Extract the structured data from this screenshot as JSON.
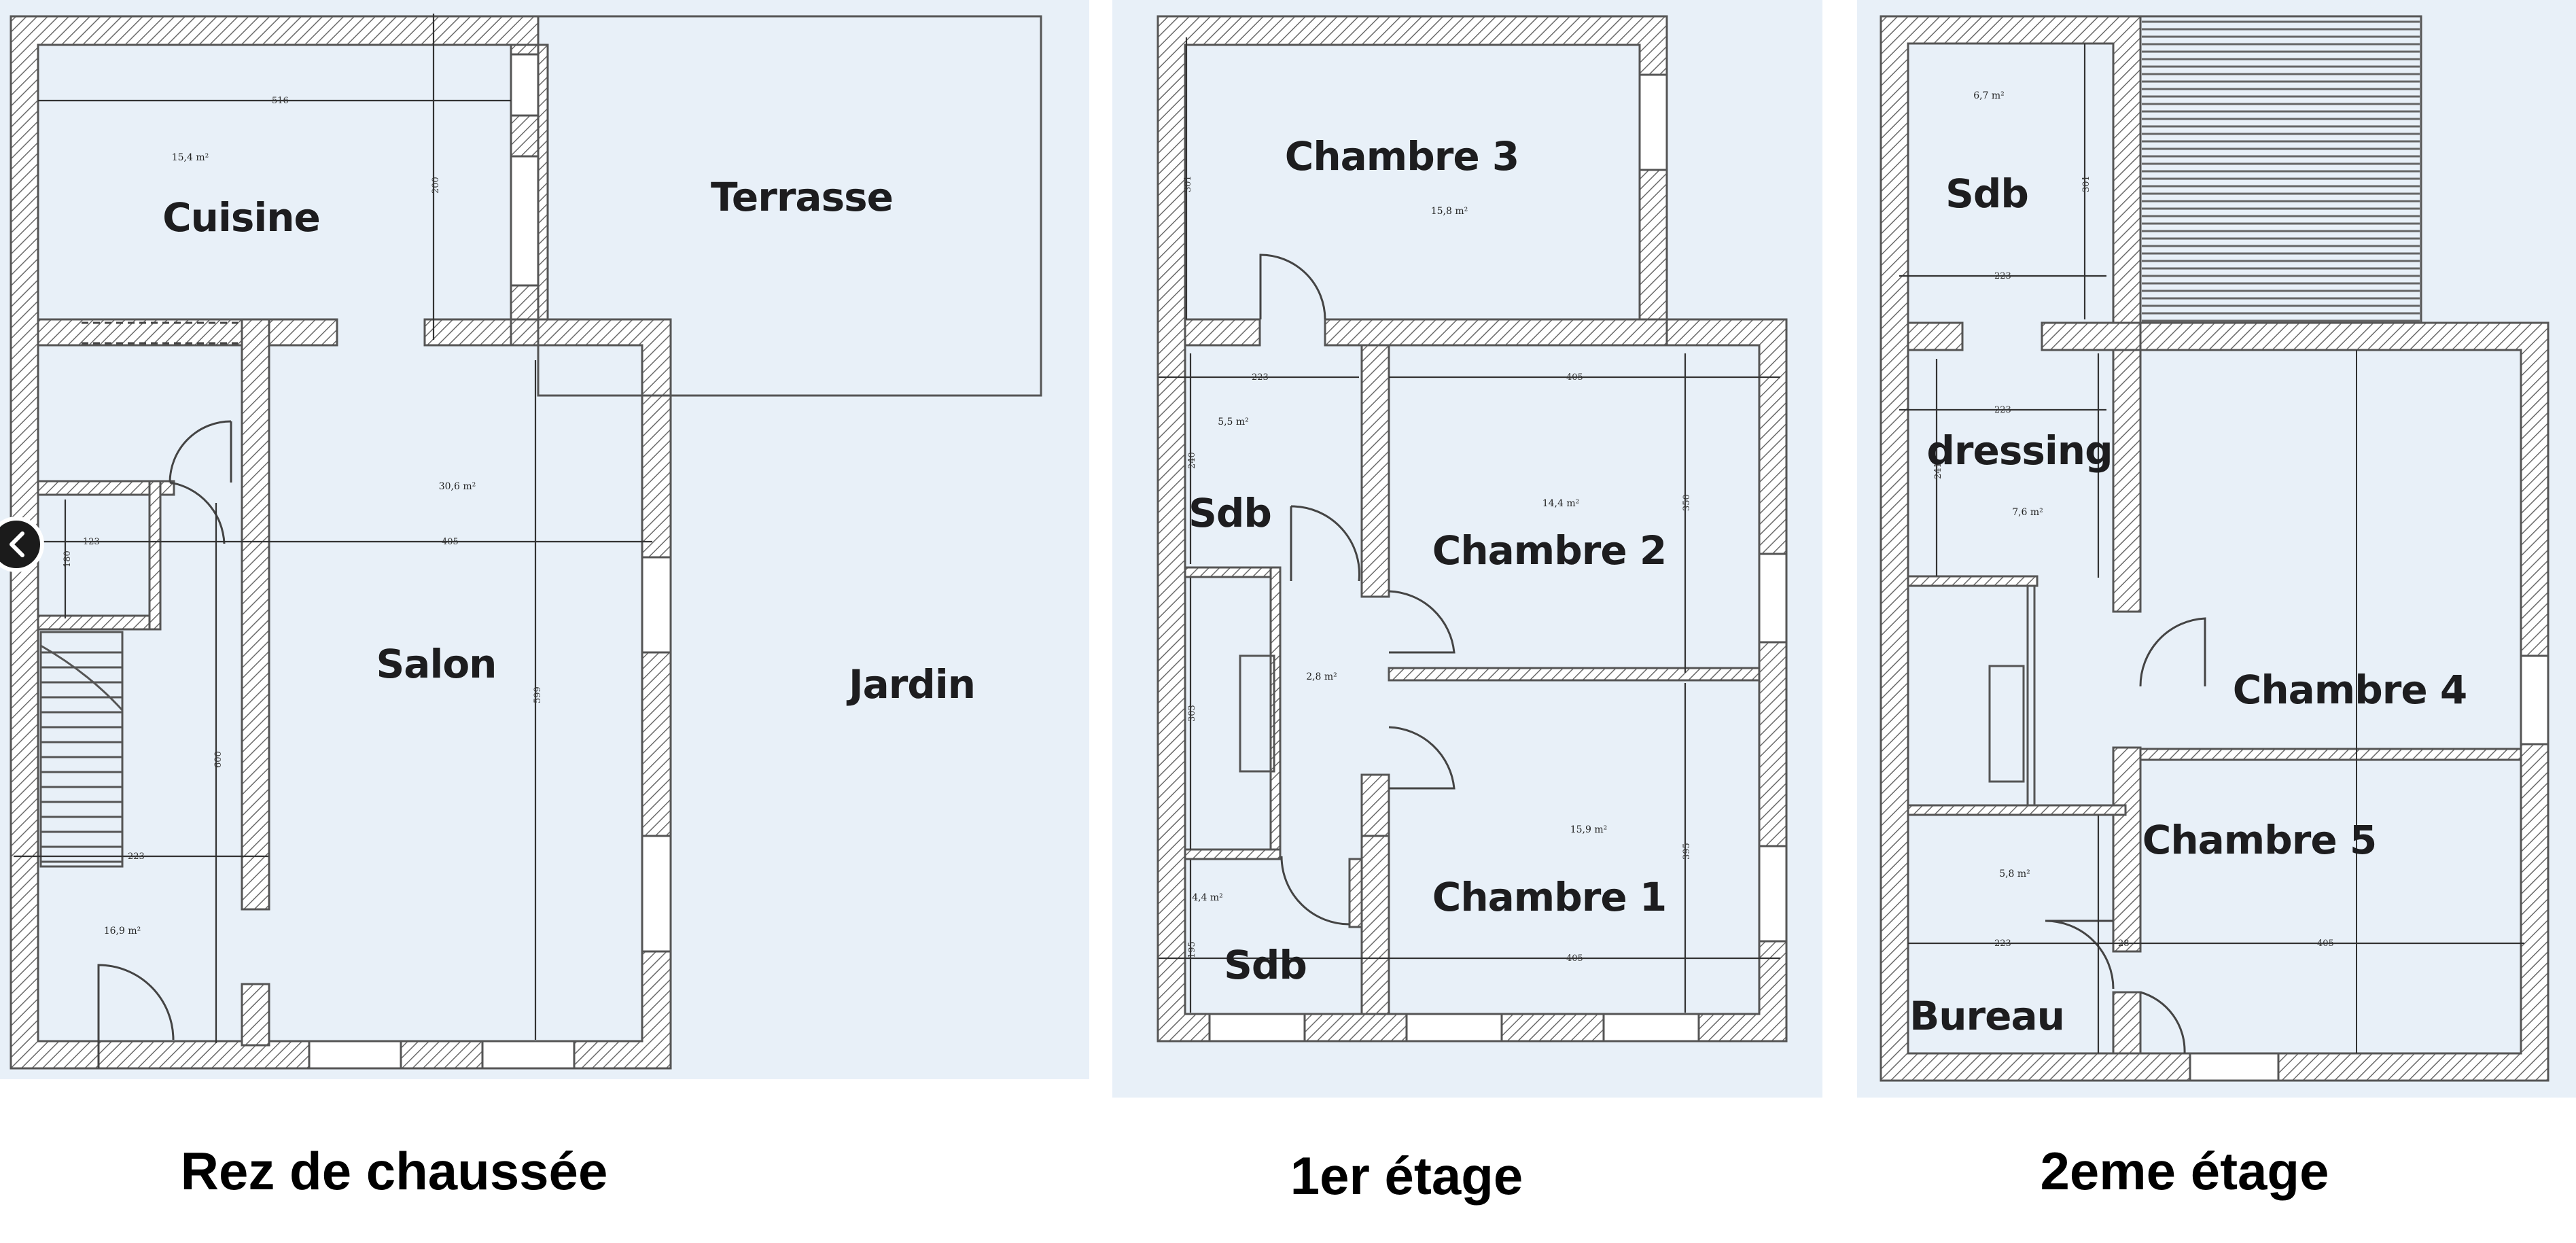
{
  "floors": [
    {
      "caption": "Rez de chaussée",
      "rooms": [
        "Cuisine",
        "Terrasse",
        "Salon",
        "Jardin"
      ],
      "areas": [
        "15,4 m²",
        "30,6 m²",
        "16,9 m²"
      ],
      "dims": [
        "516",
        "200",
        "405",
        "123",
        "180",
        "223",
        "600",
        "599"
      ]
    },
    {
      "caption": "1er étage",
      "rooms": [
        "Chambre 3",
        "Sdb",
        "Chambre 2",
        "Chambre 1",
        "Sdb"
      ],
      "areas": [
        "15,8 m²",
        "5,5 m²",
        "14,4 m²",
        "2,8 m²",
        "15,9 m²",
        "4,4 m²"
      ],
      "dims": [
        "301",
        "223",
        "405",
        "240",
        "350",
        "303",
        "395",
        "195",
        "405"
      ]
    },
    {
      "caption": "2eme étage",
      "rooms": [
        "Sdb",
        "dressing",
        "Chambre 4",
        "Chambre 5",
        "Bureau"
      ],
      "areas": [
        "6,7 m²",
        "7,6 m²",
        "5,8 m²"
      ],
      "dims": [
        "301",
        "223",
        "223",
        "241",
        "223",
        "28",
        "405"
      ]
    }
  ],
  "nav": {
    "icon": "chevron-left-icon"
  }
}
